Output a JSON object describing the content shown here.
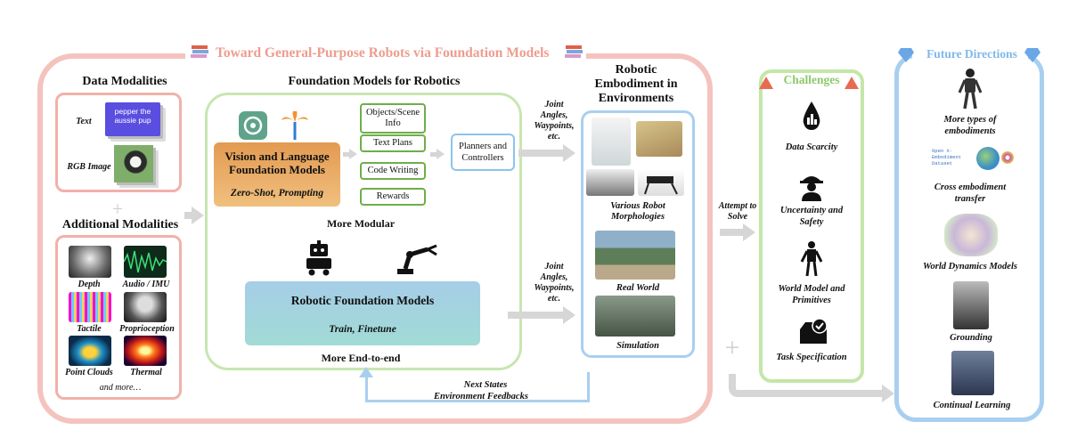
{
  "title": "Toward General-Purpose Robots via Foundation Models",
  "data_modalities": {
    "heading": "Data Modalities",
    "text_label": "Text",
    "text_sample": "pepper the aussie pup",
    "rgb_label": "RGB Image"
  },
  "additional_modalities": {
    "heading": "Additional Modalities",
    "items": [
      "Depth",
      "Audio / IMU",
      "Tactile",
      "Proprioception",
      "Point Clouds",
      "Thermal"
    ],
    "more": "and more…"
  },
  "foundation": {
    "heading": "Foundation Models for Robotics",
    "vlm_title": "Vision and Language Foundation Models",
    "vlm_sub": "Zero-Shot, Prompting",
    "outputs": [
      "Objects/Scene Info",
      "Text Plans",
      "Code Writing",
      "Rewards"
    ],
    "planners": "Planners and Controllers",
    "more_modular": "More Modular",
    "rfm_title": "Robotic Foundation Models",
    "rfm_sub": "Train, Finetune",
    "more_e2e": "More End-to-end"
  },
  "flow_labels": {
    "joint_top": "Joint Angles, Waypoints, etc.",
    "joint_bottom": "Joint Angles, Waypoints, etc.",
    "feedback_line1": "Next States",
    "feedback_line2": "Environment Feedbacks",
    "attempt": "Attempt to Solve"
  },
  "embodiment": {
    "heading": "Robotic Embodiment in Environments",
    "various": "Various Robot Morphologies",
    "real": "Real World",
    "sim": "Simulation"
  },
  "challenges": {
    "heading": "Challenges",
    "items": [
      "Data Scarcity",
      "Uncertainty and Safety",
      "World Model and Primitives",
      "Task Specification"
    ]
  },
  "future": {
    "heading": "Future Directions",
    "dataset_caption": "Open X-Embodiment Dataset",
    "items": [
      "More types of embodiments",
      "Cross embodiment transfer",
      "World Dynamics Models",
      "Grounding",
      "Continual Learning"
    ]
  },
  "colors": {
    "outer_pink": "#f4b6b0",
    "title_salmon": "#ef9c8e",
    "green": "#a9d88a",
    "blue": "#a9cff0",
    "vlm_orange": "#e9a658",
    "rfm_teal": "#a3d6da",
    "challenge_red": "#e86a50",
    "future_blue": "#7fb8ea"
  },
  "icons": [
    "book-stack-icon",
    "chatgpt-icon",
    "palm-icon",
    "robot-icon",
    "robot-arm-icon",
    "water-drop-icon",
    "worker-icon",
    "humanoid-icon",
    "inbox-check-icon",
    "diamond-icon"
  ]
}
